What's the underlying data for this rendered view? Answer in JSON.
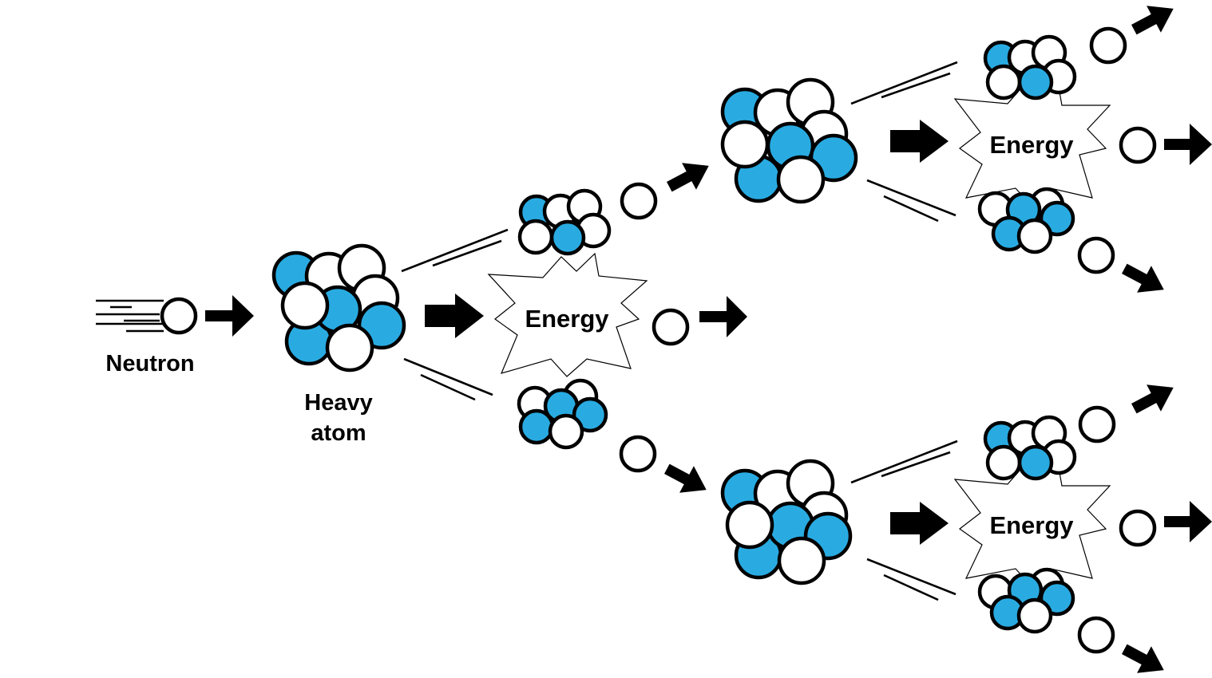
{
  "labels": {
    "neutron": "Neutron",
    "heavy_atom_line1": "Heavy",
    "heavy_atom_line2": "atom",
    "energy": "Energy"
  },
  "colors": {
    "proton": "#29abe2",
    "neutron": "#ffffff",
    "outline": "#000000",
    "arrow": "#000000"
  }
}
